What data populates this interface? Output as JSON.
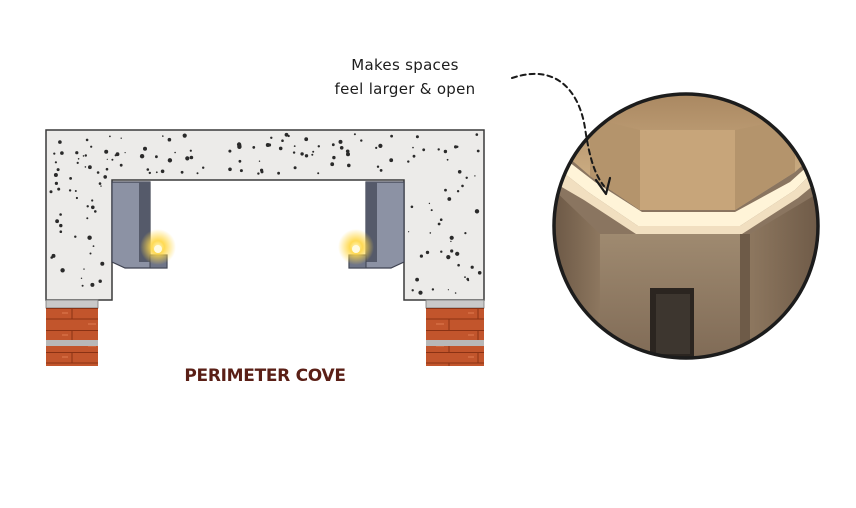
{
  "diagram": {
    "caption": "PERIMETER COVE",
    "annotation": {
      "line1": "Makes spaces",
      "line2": "feel larger & open"
    },
    "colors": {
      "concrete": "#ecebe9",
      "concrete_speck": "#2a2a2a",
      "cove_trough": "#8c92a4",
      "cove_shadow": "#555a6a",
      "brick": "#c2552c",
      "mortar": "#9a9a9a",
      "light_glow": "#ffd84a",
      "caption": "#5a1f16",
      "room_wall": "#8e7860",
      "room_ceiling": "#c0a078",
      "cove_light": "#fff4d8"
    }
  }
}
